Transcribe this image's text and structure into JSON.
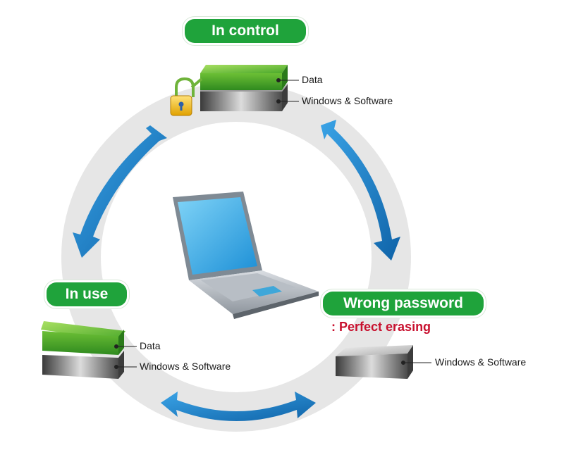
{
  "states": {
    "in_control": {
      "title": "In control",
      "layers": [
        "Data",
        "Windows & Software"
      ]
    },
    "in_use": {
      "title": "In use",
      "layers": [
        "Data",
        "Windows & Software"
      ]
    },
    "wrong_password": {
      "title": "Wrong password",
      "note": ": Perfect erasing",
      "layers": [
        "Windows & Software"
      ]
    }
  },
  "colors": {
    "pill_green": "#1fa33b",
    "arrow_blue": "#1d7fc7",
    "ring_gray": "#e6e6e6",
    "note_red": "#c8102e",
    "data_layer_green": "#7cc43a",
    "system_layer_gray": "#6b6b6b"
  },
  "icons": [
    "padlock-icon",
    "laptop-icon",
    "data-block-icon",
    "system-block-icon"
  ]
}
